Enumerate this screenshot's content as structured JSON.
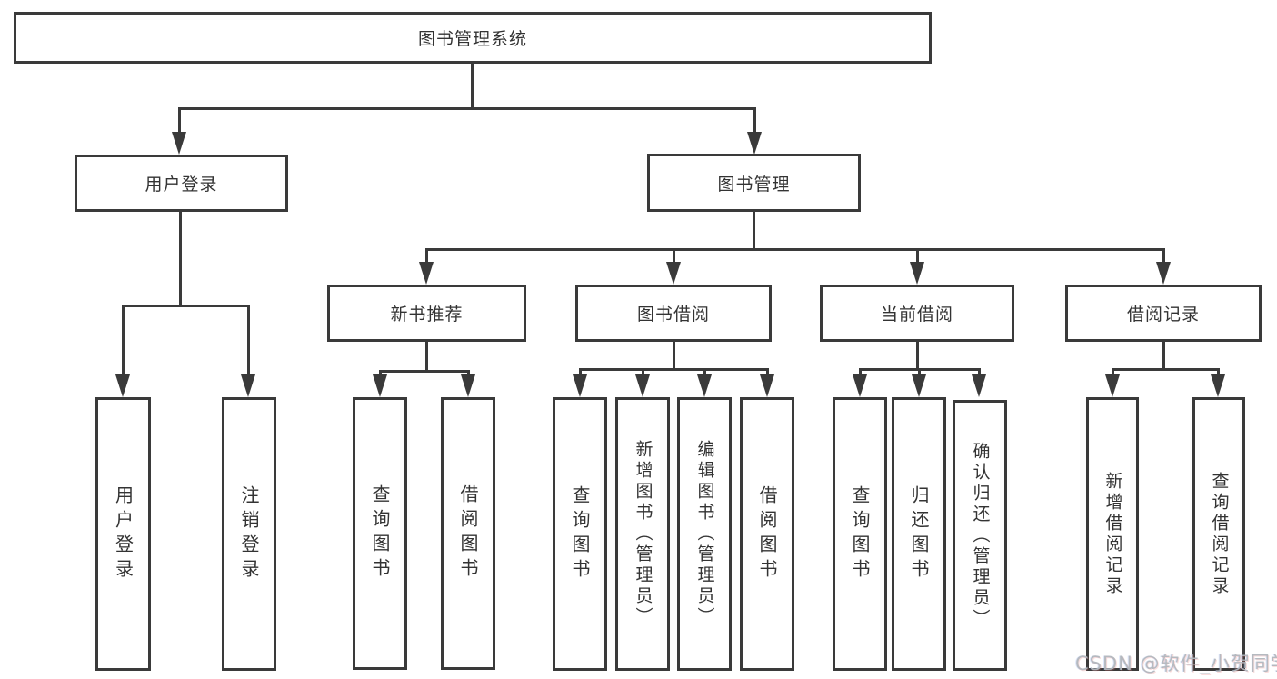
{
  "diagram": {
    "root": {
      "label": "图书管理系统"
    },
    "level2": {
      "user_login": {
        "label": "用户登录"
      },
      "book_mgmt": {
        "label": "图书管理"
      }
    },
    "level3": {
      "new_book_rec": {
        "label": "新书推荐"
      },
      "book_borrow": {
        "label": "图书借阅"
      },
      "current_borrow": {
        "label": "当前借阅"
      },
      "borrow_records": {
        "label": "借阅记录"
      }
    },
    "leaves": {
      "login": {
        "label": "用户登录"
      },
      "logout": {
        "label": "注销登录"
      },
      "rec_query_book": {
        "label": "查询图书"
      },
      "rec_borrow_book": {
        "label": "借阅图书"
      },
      "bb_query_book": {
        "label": "查询图书"
      },
      "bb_add_book": {
        "label": "新增图书（管理员）"
      },
      "bb_edit_book": {
        "label": "编辑图书（管理员）"
      },
      "bb_borrow_book": {
        "label": "借阅图书"
      },
      "cb_query_book": {
        "label": "查询图书"
      },
      "cb_return_book": {
        "label": "归还图书"
      },
      "cb_confirm_return": {
        "label": "确认归还（管理员）"
      },
      "br_add_record": {
        "label": "新增借阅记录"
      },
      "br_query_record": {
        "label": "查询借阅记录"
      }
    },
    "watermark": "CSDN @软件_小贺同学",
    "colors": {
      "line": "#3a3a3a",
      "text": "#333333",
      "background": "#ffffff",
      "watermark": "#b2b7bd"
    }
  }
}
